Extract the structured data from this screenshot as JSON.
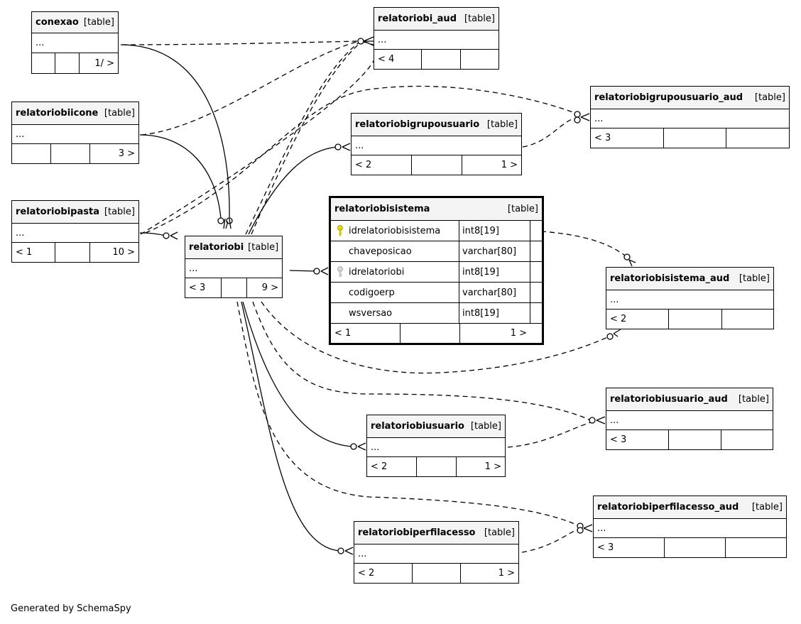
{
  "footer": "Generated by SchemaSpy",
  "table_type": "[table]",
  "colors": {
    "line": "#000000",
    "header_bg": "#f4f4f4",
    "primary_key": "#e6d800",
    "foreign_key": "#9a9a9a"
  },
  "tables": {
    "conexao": {
      "name": "conexao",
      "ellipsis": "...",
      "footer": [
        "",
        "",
        "1/ >"
      ]
    },
    "relatoriobi_aud": {
      "name": "relatoriobi_aud",
      "ellipsis": "...",
      "footer": [
        "< 4",
        "",
        ""
      ]
    },
    "relatoriobigrupousuario_aud": {
      "name": "relatoriobigrupousuario_aud",
      "ellipsis": "...",
      "footer": [
        "< 3",
        "",
        ""
      ]
    },
    "relatoriobiicone": {
      "name": "relatoriobiicone",
      "ellipsis": "...",
      "footer": [
        "",
        "",
        "3 >"
      ]
    },
    "relatoriobigrupousuario": {
      "name": "relatoriobigrupousuario",
      "ellipsis": "...",
      "footer": [
        "< 2",
        "",
        "1 >"
      ]
    },
    "relatoriobipasta": {
      "name": "relatoriobipasta",
      "ellipsis": "...",
      "footer": [
        "< 1",
        "",
        "10 >"
      ]
    },
    "relatoriobi": {
      "name": "relatoriobi",
      "ellipsis": "...",
      "footer": [
        "< 3",
        "",
        "9 >"
      ]
    },
    "relatoriobisistema_aud": {
      "name": "relatoriobisistema_aud",
      "ellipsis": "...",
      "footer": [
        "< 2",
        "",
        ""
      ]
    },
    "relatoriobiusuario_aud": {
      "name": "relatoriobiusuario_aud",
      "ellipsis": "...",
      "footer": [
        "< 3",
        "",
        ""
      ]
    },
    "relatoriobiusuario": {
      "name": "relatoriobiusuario",
      "ellipsis": "...",
      "footer": [
        "< 2",
        "",
        "1 >"
      ]
    },
    "relatoriobiperfilacesso_aud": {
      "name": "relatoriobiperfilacesso_aud",
      "ellipsis": "...",
      "footer": [
        "< 3",
        "",
        ""
      ]
    },
    "relatoriobiperfilacesso": {
      "name": "relatoriobiperfilacesso",
      "ellipsis": "...",
      "footer": [
        "< 2",
        "",
        "1 >"
      ]
    },
    "relatoriobisistema": {
      "name": "relatoriobisistema",
      "columns": [
        {
          "name": "idrelatoriobisistema",
          "type": "int8[19]",
          "key": "primary-key"
        },
        {
          "name": "chaveposicao",
          "type": "varchar[80]",
          "key": ""
        },
        {
          "name": "idrelatoriobi",
          "type": "int8[19]",
          "key": "foreign-key"
        },
        {
          "name": "codigoerp",
          "type": "varchar[80]",
          "key": ""
        },
        {
          "name": "wsversao",
          "type": "int8[19]",
          "key": ""
        }
      ],
      "footer": [
        "< 1",
        "",
        "1 >"
      ]
    }
  }
}
